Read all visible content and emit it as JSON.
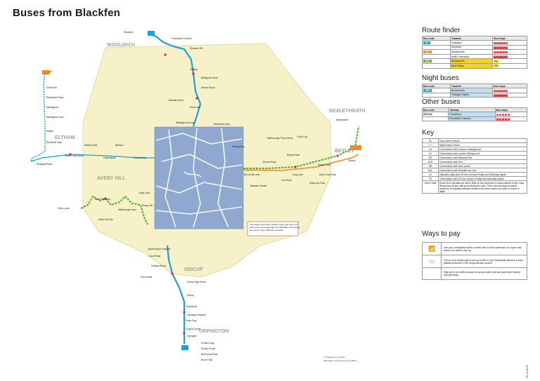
{
  "page": {
    "title": "Buses from Blackfen"
  },
  "map": {
    "areas": [
      "WOOLWICH",
      "ELTHAM",
      "AVERY HILL",
      "SIDCUP",
      "ORPINGTON",
      "BEXLEYHEATH",
      "BEXLEY"
    ],
    "stops": [
      "Woolwich",
      "Plumstead Common",
      "Shooters Hill",
      "Welling",
      "Bellegrove Road",
      "Danson Road",
      "Blackfen Road",
      "Wellington Avenue",
      "Westwood Lane",
      "Hook Lane",
      "Eltham High Street",
      "Eltham",
      "Falconwood",
      "Penhill Road",
      "Blendon",
      "Albany Road",
      "Days Lane",
      "Halfway Street",
      "Sidcup High Street",
      "Sidcup",
      "Orpington",
      "Bexleyheath",
      "Crook Log",
      "Bexley",
      "Bourne Road",
      "Burnt Oak Lane",
      "Marlborough Park Avenue",
      "Queen Mary's Hospital",
      "Chislehurst",
      "Foots Cray",
      "Frognal Corner",
      "Hurst Road",
      "Station Road",
      "Green Lane",
      "Avery Hill Road",
      "Sidcup Hill",
      "Marlborough Lane",
      "St Mary Cray",
      "Ruxley Corner",
      "Birchwood Road",
      "Broom Hall",
      "Gravel Hill",
      "Blackheath Road",
      "Mottingham",
      "Mottingham Lane",
      "Avery Hill Park",
      "Rochester Way",
      "Welling Way",
      "Bexley Road",
      "Long Lane",
      "Lion Road",
      "North Cray Road",
      "Sidcup By Pass",
      "Orpington Hospital",
      "Court Road",
      "Westgate Road",
      "Blackfen Parade"
    ],
    "inset_note": "The yellow tinted area includes every bus stop up to about one-and-a-half miles from Blackfen. Main stops are shown in the white area outside.",
    "credit": "© Transport for London",
    "credit2": "Information correct from June 2024"
  },
  "route_finder": {
    "title": "Route finder",
    "headers": [
      "Bus route",
      "Towards",
      "Bus stops"
    ],
    "rows": [
      {
        "route": "51",
        "color": "#1d9fd9",
        "towards": "Orpington",
        "stops": [
          "A",
          "B",
          "C",
          "D",
          "E"
        ],
        "hl": ""
      },
      {
        "route": "",
        "color": "",
        "towards": "Woolwich",
        "stops": [
          "A",
          "B",
          "C",
          "D",
          "E"
        ],
        "hl": ""
      },
      {
        "route": "132",
        "color": "#f08a24",
        "towards": "Bexleyheath",
        "stops": [
          "A",
          "B",
          "C",
          "D",
          "E"
        ],
        "hl": ""
      },
      {
        "route": "",
        "color": "",
        "towards": "North Greenwich",
        "stops": [
          "A",
          "B",
          "C",
          "D",
          "E"
        ],
        "hl": ""
      },
      {
        "route": "B13",
        "color": "#5ab232",
        "towards": "Bexleyheath",
        "stops": [
          "HAL"
        ],
        "hl": "yellow"
      },
      {
        "route": "",
        "color": "",
        "towards": "New Eltham",
        "stops": [
          "HAL"
        ],
        "hl": "yellow"
      }
    ]
  },
  "night_buses": {
    "title": "Night buses",
    "headers": [
      "Bus route",
      "Towards",
      "Bus stops"
    ],
    "rows": [
      {
        "route": "N21",
        "color": "#1d9fd9",
        "towards": "Bexleyheath",
        "stops": [
          "A",
          "B",
          "C",
          "D",
          "E"
        ]
      },
      {
        "route": "",
        "color": "",
        "towards": "Trafalgar Square",
        "stops": [
          "A",
          "B",
          "C",
          "D",
          "E"
        ]
      }
    ]
  },
  "other_buses": {
    "title": "Other buses",
    "headers": [
      "Bus route",
      "Towards",
      "Bus stops"
    ],
    "rows": [
      {
        "route": "625 Sch",
        "towards": "Chislehurst",
        "stops": [
          "A",
          "B",
          "C",
          "D",
          "E"
        ]
      },
      {
        "route": "",
        "towards": "Plumstead Common",
        "stops": [
          "A",
          "B",
          "C",
          "D",
          "E"
        ]
      }
    ]
  },
  "key": {
    "title": "Key",
    "items": [
      {
        "symbol": "51",
        "text": "Day buses in black"
      },
      {
        "symbol": "N21",
        "text": "Night buses in blue"
      },
      {
        "symbol": "LU",
        "text": "Connections with London Underground"
      },
      {
        "symbol": "LO",
        "text": "Connections with London Overground"
      },
      {
        "symbol": "NR",
        "text": "Connections with National Rail"
      },
      {
        "symbol": "DLR",
        "text": "Connections with DLR"
      },
      {
        "symbol": "RB",
        "text": "Connections with river buses"
      },
      {
        "symbol": "EAL",
        "text": "Connections with Emirates Air Line"
      },
      {
        "symbol": "24",
        "text": "Operates daily with 24-hour service Friday and Saturday nights"
      },
      {
        "symbol": "TS",
        "text": "Tube station with 24-hour service Friday and Saturday nights"
      },
      {
        "symbol": "Hail & Ride",
        "text": "Route B13 operates as Hail & Ride on the sections of roads marked on the map. Buses stop at any safe point along the road. There are bus stops at these locations, but please indicate clearly to the driver when you wish to board or alight."
      }
    ]
  },
  "ways_to_pay": {
    "title": "Ways to pay",
    "items": [
      {
        "icon": "contactless-icon",
        "text": "Use your contactless debit or credit card. It's the same fare on Oyster and there is no need to top up."
      },
      {
        "icon": "oyster-icon",
        "text": "Top up your Oyster pay as you go credit or buy Travelcards and bus & tram passes at around 4,000 shops across London."
      },
      {
        "icon": "online-icon",
        "text": "Sign up for an online account to top up online and see your travel history and spending."
      }
    ]
  },
  "footer": {
    "code": "TfL 11.06.24"
  },
  "colors": {
    "route_blue": "#1d9fd9",
    "route_green": "#5ab232",
    "route_orange": "#f08a24",
    "area_fill": "#f7f1c9",
    "inset_blue": "#8ea8cf",
    "stop_red": "#d4252b"
  }
}
